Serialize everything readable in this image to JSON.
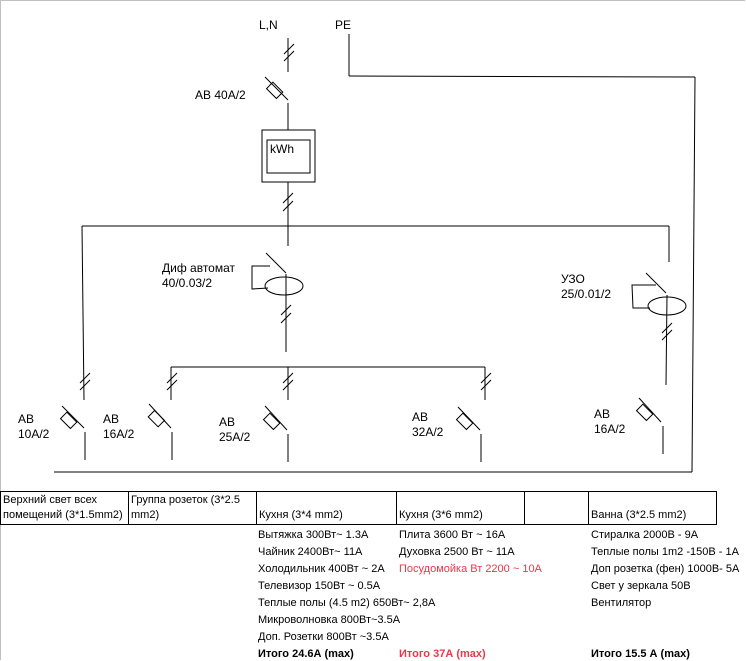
{
  "diagram": {
    "top_labels": {
      "line_neutral": "L,N",
      "protective_earth": "PE"
    },
    "main_breaker": "АВ 40А/2",
    "meter": "kWh",
    "rcbo": {
      "line1": "Диф автомат",
      "line2": "40/0.03/2"
    },
    "rcd": {
      "line1": "УЗО",
      "line2": "25/0.01/2"
    },
    "breakers": [
      {
        "line1": "АВ",
        "line2": "10А/2"
      },
      {
        "line1": "АВ",
        "line2": "16А/2"
      },
      {
        "line1": "АВ",
        "line2": "25А/2"
      },
      {
        "line1": "АВ",
        "line2": "32А/2"
      },
      {
        "line1": "АВ",
        "line2": "16А/2"
      }
    ]
  },
  "table": {
    "headers": [
      "Верхний свет всех помещений (3*1.5mm2)",
      "Группа розеток (3*2.5 mm2)",
      "Кухня (3*4 mm2)",
      "Кухня (3*6 mm2)",
      "",
      "Ванна (3*2.5 mm2)"
    ],
    "kitchen4": {
      "items": [
        "Вытяжка 300Вт~ 1.3А",
        "Чайник 2400Вт~ 11А",
        "Холодильник 400Вт ~ 2А",
        "Телевизор 150Вт ~ 0.5А",
        "Теплые полы (4.5 m2) 650Вт~ 2,8А",
        "Микроволновка 800Вт~3.5А",
        "Доп. Розетки 800Вт ~3.5А"
      ],
      "total": "Итого 24.6А (max)"
    },
    "kitchen6": {
      "items": [
        "Плита 3600 Вт ~ 16А",
        "Духовка 2500 Вт ~ 11А",
        "Посудомойка Вт 2200 ~ 10А"
      ],
      "highlighted_item": 2,
      "total": "Итого 37А (max)"
    },
    "bath": {
      "items": [
        "Стиралка 2000В - 9А",
        "Теплые полы 1m2 -150В - 1А",
        "Доп розетка (фен) 1000В- 5А",
        "Свет у зеркала 50В",
        "Вентилятор"
      ],
      "total": "Итого 15.5 А (max)"
    }
  },
  "colors": {
    "line": "#000000",
    "highlight": "#e8384a",
    "frame": "#c0c0c0"
  }
}
